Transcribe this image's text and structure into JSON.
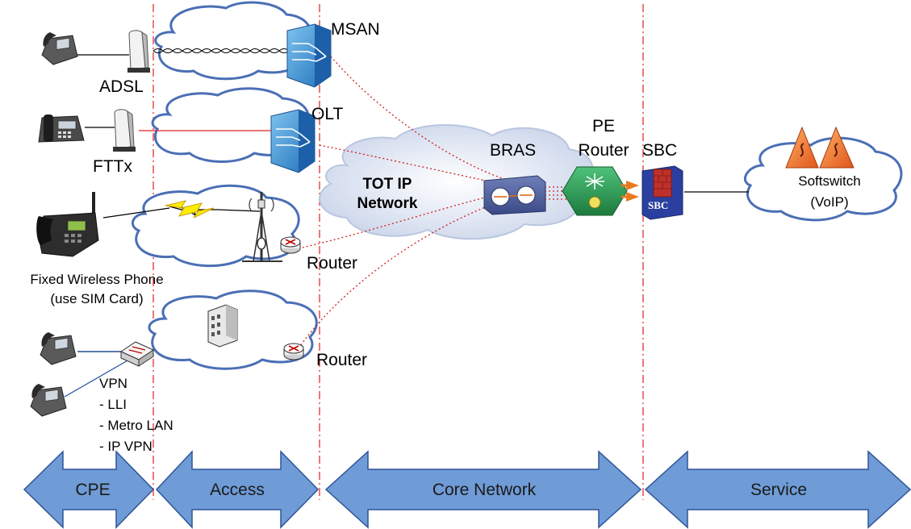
{
  "devices": {
    "msan": "MSAN",
    "adsl": "ADSL",
    "olt": "OLT",
    "fttx": "FTTx",
    "bras": "BRAS",
    "pe_router_line1": "PE",
    "pe_router_line2": "Router",
    "sbc": "SBC",
    "sbc_box_label": "SBC",
    "router_wireless": "Router",
    "router_vpn": "Router",
    "fixed_wireless_line1": "Fixed Wireless Phone",
    "fixed_wireless_line2": "(use SIM Card)",
    "softswitch_line1": "Softswitch",
    "softswitch_line2": "(VoIP)"
  },
  "core_cloud": {
    "line1": "TOT IP",
    "line2": "Network"
  },
  "vpn": {
    "title": "VPN",
    "items": [
      "- LLI",
      "- Metro LAN",
      "- IP VPN"
    ]
  },
  "zones": [
    "CPE",
    "Access",
    "Core Network",
    "Service"
  ],
  "colors": {
    "arrow_fill": "#6f9bd6",
    "arrow_stroke": "#2f5597",
    "cloud_stroke": "#4a6fb5",
    "red_link": "#e02020",
    "divider": "#e02020",
    "core_cloud_fill": "#dfe6f3",
    "orange_arrow": "#e87a1e"
  },
  "icons": [
    "phone-icon",
    "modem-icon",
    "msan-icon",
    "olt-icon",
    "bras-icon",
    "pe-router-icon",
    "sbc-firewall-icon",
    "softswitch-icon",
    "router-icon",
    "switch-icon",
    "building-icon",
    "antenna-tower-icon",
    "lightning-icon"
  ]
}
